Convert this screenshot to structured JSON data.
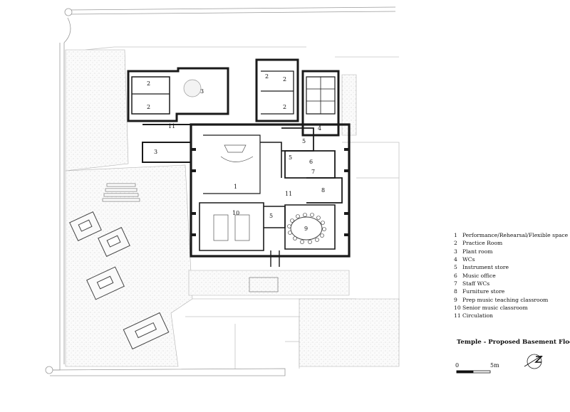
{
  "title": "Temple - Proposed Basement Floor Plan",
  "scale": {
    "start": "0",
    "end": "5m"
  },
  "north_symbol": "north-arrow",
  "legend": [
    {
      "num": "1",
      "label": "Performance/Rehearsal/Flexible space"
    },
    {
      "num": "2",
      "label": "Practice Room"
    },
    {
      "num": "3",
      "label": "Plant room"
    },
    {
      "num": "4",
      "label": "WCs"
    },
    {
      "num": "5",
      "label": "Instrument store"
    },
    {
      "num": "6",
      "label": "Music office"
    },
    {
      "num": "7",
      "label": "Staff WCs"
    },
    {
      "num": "8",
      "label": "Furniture store"
    },
    {
      "num": "9",
      "label": "Prep music teaching classroom"
    },
    {
      "num": "10",
      "label": "Senior music classroom"
    },
    {
      "num": "11",
      "label": "Circulation"
    }
  ],
  "room_labels": [
    "2",
    "2",
    "3",
    "2",
    "2",
    "2",
    "4",
    "11",
    "3",
    "5",
    "5",
    "6",
    "1",
    "11",
    "7",
    "8",
    "10",
    "5",
    "9"
  ],
  "colors": {
    "ink": "#1a1a1a",
    "faint": "#b5b5b5",
    "hatch": "#d9d9d9"
  }
}
